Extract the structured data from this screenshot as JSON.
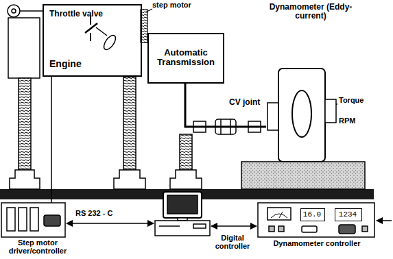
{
  "diagram": {
    "nodes": [
      {
        "text": [
          "Throttle valve",
          "Engine"
        ]
      },
      {
        "text": [
          "Automatic Transmission"
        ]
      },
      {
        "text": [
          "Dynamometer (Eddy-current)"
        ]
      },
      {
        "text": [
          "Step motor driver/controller"
        ]
      },
      {
        "text": [
          "Dynamometer controller"
        ]
      },
      {
        "text": [
          "16.0"
        ],
        "in": 4
      },
      {
        "text": [
          "1234"
        ],
        "in": 4
      }
    ],
    "edges": [
      {
        "from": 0,
        "to": 3,
        "arrow": "none"
      },
      {
        "from": 1,
        "to": 2,
        "arrow": "none",
        "label": "CV joint"
      }
    ],
    "labels": [
      "step motor",
      "Torque",
      "RPM",
      "RS 232 - C",
      "Digital controller"
    ]
  }
}
